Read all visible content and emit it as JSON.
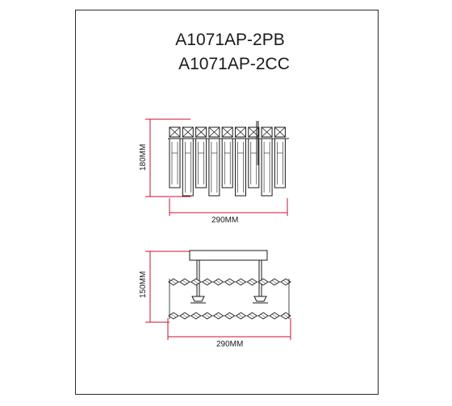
{
  "titles": {
    "line1": "A1071AP-2PB",
    "line2": "A1071AP-2CC"
  },
  "front_view": {
    "height_label": "180MM",
    "width_label": "290MM"
  },
  "side_view": {
    "height_label": "150MM",
    "width_label": "290MM"
  },
  "colors": {
    "line": "#1a1a1a",
    "dimension": "#c8102e"
  }
}
